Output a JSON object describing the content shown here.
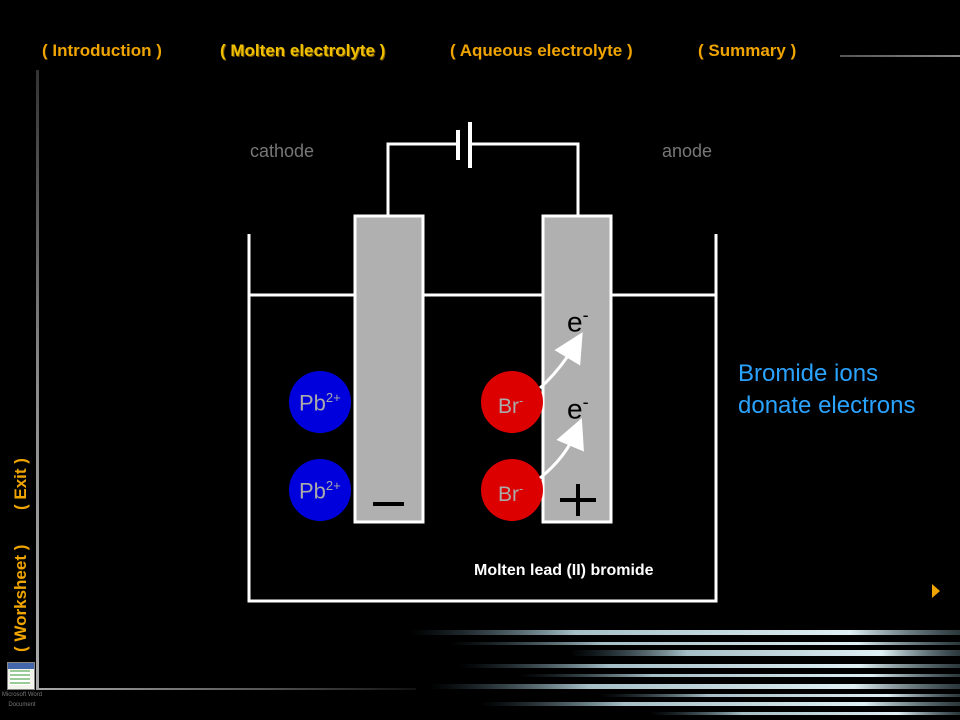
{
  "nav": {
    "introduction": "( Introduction )",
    "molten": "( Molten electrolyte )",
    "aqueous": "( Aqueous electrolyte )",
    "summary": "( Summary )",
    "worksheet": "( Worksheet )",
    "exit": "( Exit )"
  },
  "diagram": {
    "cathode_label": "cathode",
    "anode_label": "anode",
    "cation": {
      "symbol": "Pb",
      "charge": "2+"
    },
    "anion": {
      "symbol": "Br",
      "charge": "-"
    },
    "electron": {
      "symbol": "e",
      "charge": "-"
    },
    "caption_line1": "Bromide ions",
    "caption_line2": "donate electrons",
    "electrolyte_label": "Molten lead (II) bromide"
  },
  "icon": {
    "label": "Microsoft Word Document"
  },
  "colors": {
    "nav": "#f0a400",
    "caption": "#2aa3ff",
    "cation": "#0000dd",
    "anion": "#dd0000",
    "electrode": "#b0b0b0"
  }
}
